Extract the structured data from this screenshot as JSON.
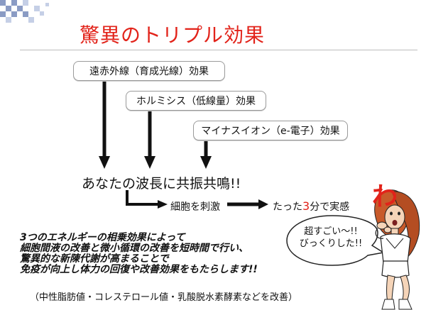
{
  "title": "驚異のトリプル効果",
  "effects": [
    {
      "label": "遠赤外線（育成光線）効果"
    },
    {
      "label": "ホルミシス（低線量）効果"
    },
    {
      "label": "マイナスイオン（e-電子）効果"
    }
  ],
  "resonance": "あなたの波長に共振共鳴!!",
  "steps": {
    "cell": "細胞を刺激",
    "feel_pre": "たった",
    "feel_num": "3",
    "feel_post": "分で実感"
  },
  "body_lines": [
    "3つのエネルギーの相乗効果によって",
    "細胞間液の改善と微小循環の改善を短時間で行い、",
    "驚異的な新陳代謝が高まることで",
    "免疫が向上し体力の回復や改善効果をもたらします!!"
  ],
  "footnote": "（中性脂肪値・コレステロール値・乳酸脱水素酵素などを改善）",
  "speech_bubble": [
    "超すごい～!!",
    "びっくりした!!"
  ],
  "exclamation": "わ",
  "colors": {
    "accent": "#e2231a",
    "text": "#111111",
    "box_border": "#9a9a9a"
  }
}
